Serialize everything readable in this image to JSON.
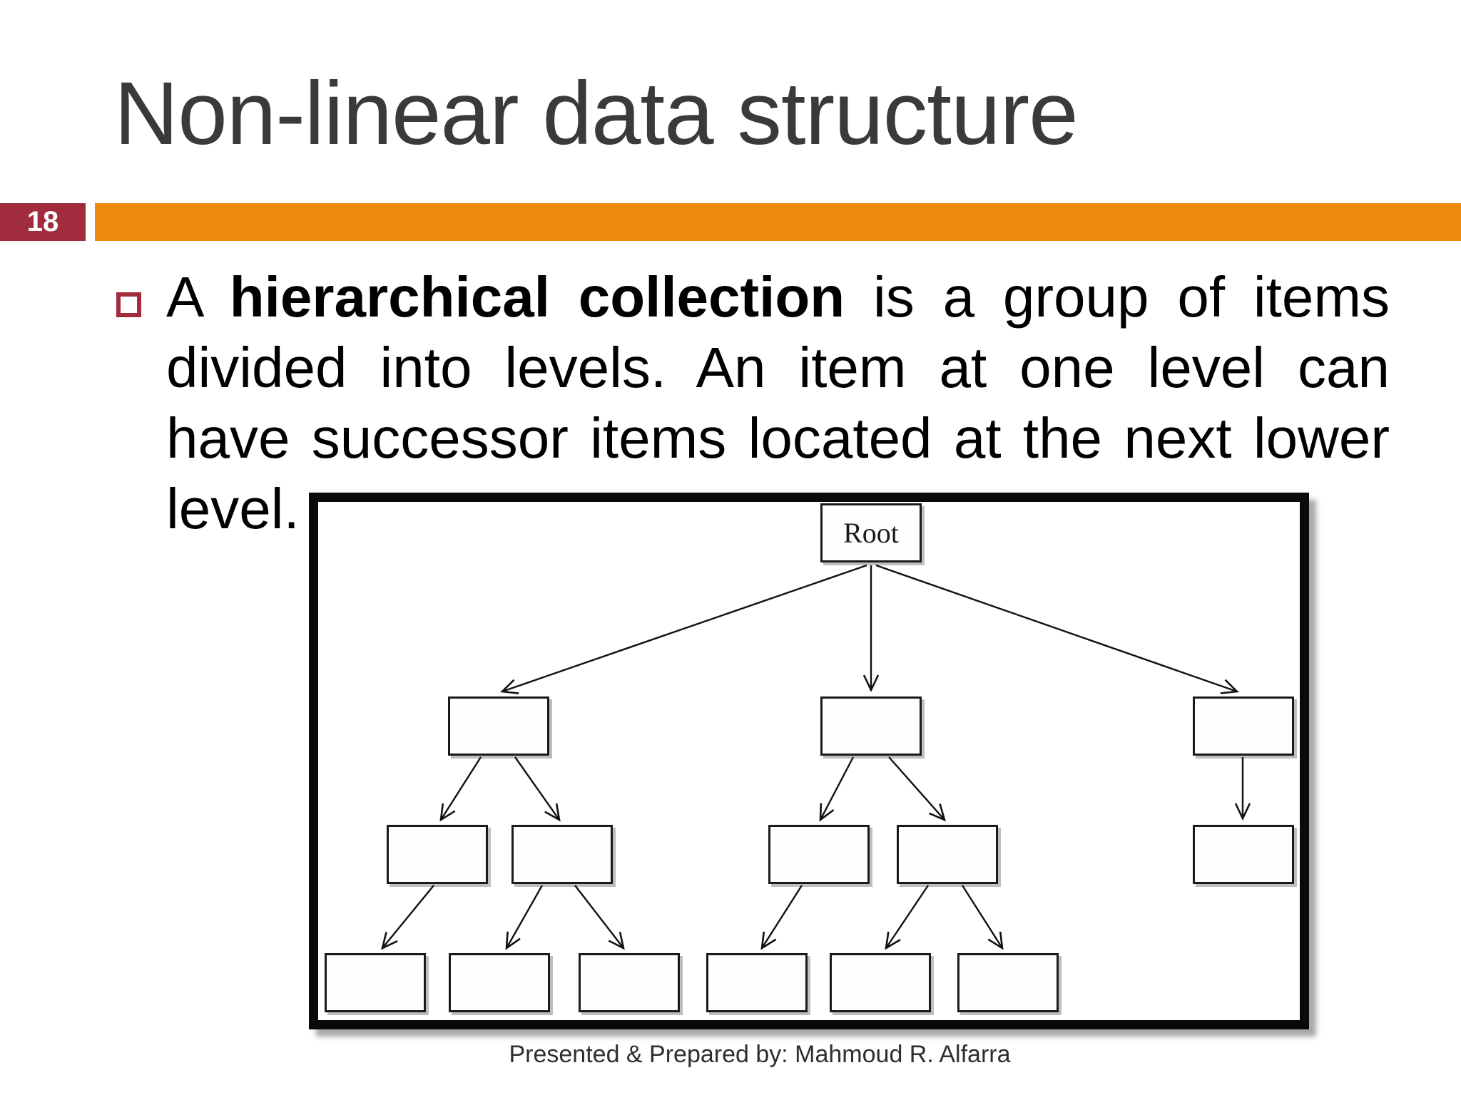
{
  "slide": {
    "title": "Non-linear data structure",
    "page_number": "18",
    "footer": "Presented & Prepared by: Mahmoud R. Alfarra"
  },
  "body": {
    "line1_pre": "A ",
    "line1_bold": "hierarchical collection",
    "line1_post": " is a group of items",
    "line2": "divided into levels. An item at one level can",
    "line3": "have successor items located at the next lower",
    "line4": "level."
  },
  "tree": {
    "label": "Root",
    "children": [
      {
        "label": "",
        "children": [
          {
            "label": "",
            "children": [
              {
                "label": ""
              }
            ]
          },
          {
            "label": "",
            "children": [
              {
                "label": ""
              },
              {
                "label": ""
              }
            ]
          }
        ]
      },
      {
        "label": "",
        "children": [
          {
            "label": "",
            "children": [
              {
                "label": ""
              }
            ]
          },
          {
            "label": "",
            "children": [
              {
                "label": ""
              },
              {
                "label": ""
              }
            ]
          }
        ]
      },
      {
        "label": "",
        "children": [
          {
            "label": "",
            "children": []
          }
        ]
      }
    ]
  },
  "colors": {
    "page_badge": "#A12C3D",
    "accent_bar": "#EE8A0C",
    "title_text": "#3A3A3A",
    "body_text": "#000000",
    "bullet_outline": "#A22B3C",
    "diagram_border": "#0A0A0A"
  }
}
